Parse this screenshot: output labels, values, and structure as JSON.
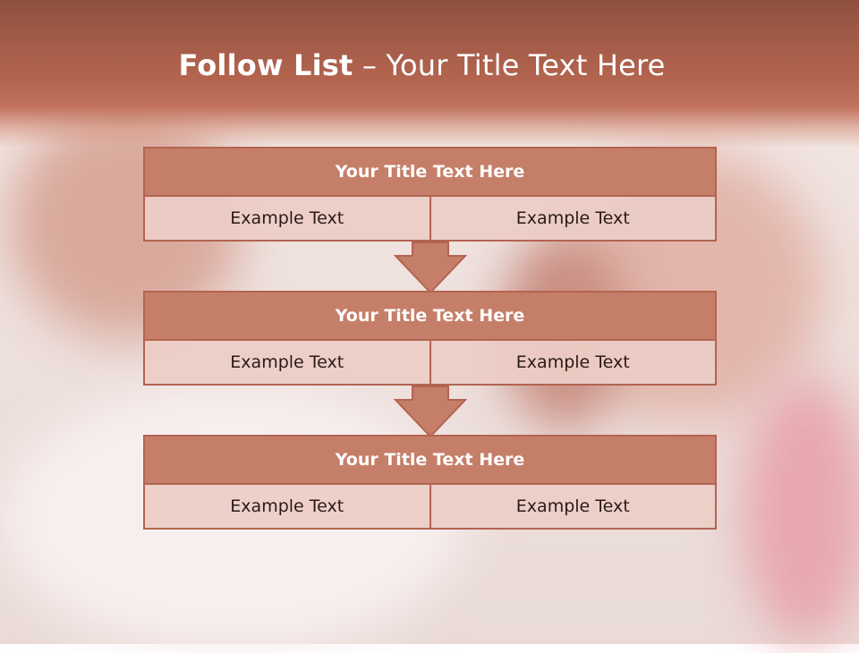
{
  "slide": {
    "title_bold": "Follow List",
    "title_rest": " – Your Title Text Here"
  },
  "steps": [
    {
      "title": "Your Title Text Here",
      "left": "Example Text",
      "right": "Example Text"
    },
    {
      "title": "Your Title Text Here",
      "left": "Example Text",
      "right": "Example Text"
    },
    {
      "title": "Your Title Text Here",
      "left": "Example Text",
      "right": "Example Text"
    }
  ],
  "colors": {
    "accent": "#c57f69",
    "border": "#b36451",
    "cell_bg": "#ecd0c9",
    "band_top": "#8e5040"
  }
}
